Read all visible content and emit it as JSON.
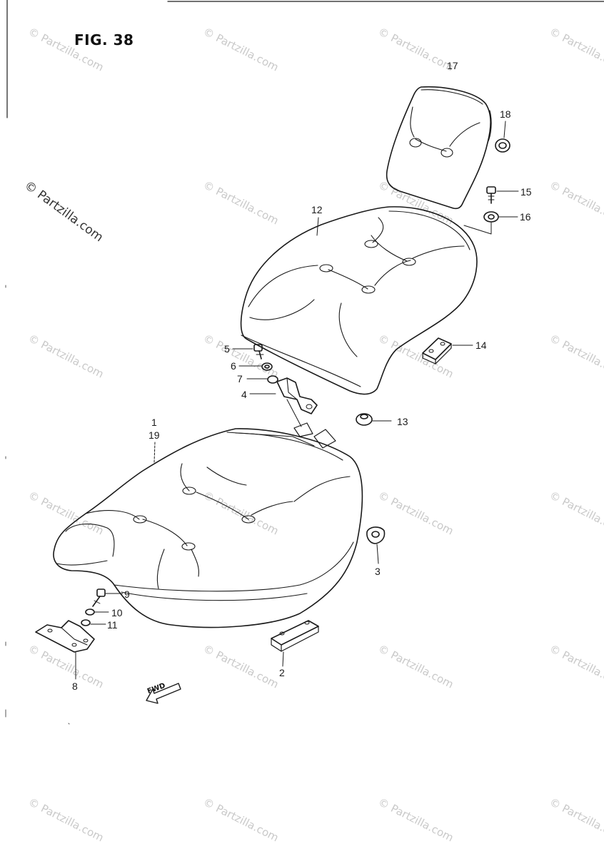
{
  "figure": {
    "title": "FIG. 38"
  },
  "watermark": {
    "text": "© Partzilla.com",
    "color": "#c9c9c9"
  },
  "direction_marker": {
    "label": "FWD"
  },
  "callouts": {
    "p1": "1",
    "p19": "19",
    "p2": "2",
    "p3": "3",
    "p4": "4",
    "p5": "5",
    "p6": "6",
    "p7": "7",
    "p8": "8",
    "p9": "9",
    "p10": "10",
    "p11": "11",
    "p12": "12",
    "p13": "13",
    "p14": "14",
    "p15": "15",
    "p16": "16",
    "p17": "17",
    "p18": "18"
  }
}
